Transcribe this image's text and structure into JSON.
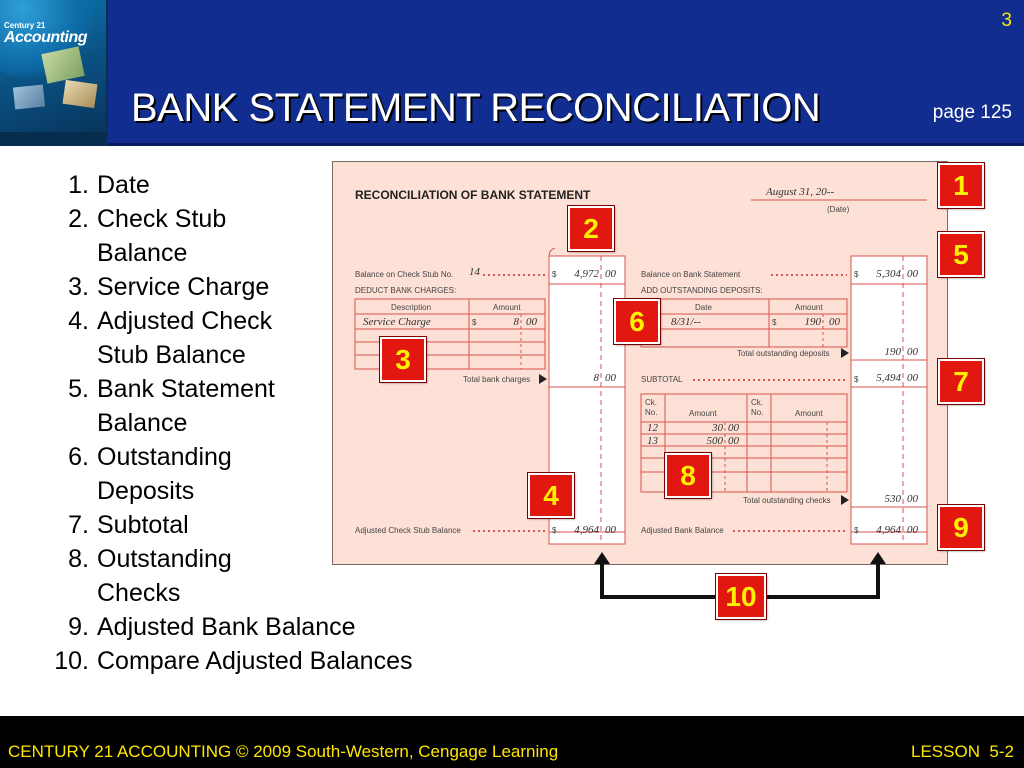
{
  "header": {
    "title": "BANK STATEMENT RECONCILIATION",
    "slide_number": "3",
    "page_ref": "page 125",
    "book_cover": {
      "logo_main": "Accounting",
      "logo_prefix": "Century 21"
    }
  },
  "steps": [
    {
      "num": "1.",
      "text": "Date"
    },
    {
      "num": "2.",
      "text": "Check Stub Balance"
    },
    {
      "num": "3.",
      "text": "Service Charge"
    },
    {
      "num": "4.",
      "text": "Adjusted Check Stub Balance"
    },
    {
      "num": "5.",
      "text": "Bank Statement Balance"
    },
    {
      "num": "6.",
      "text": "Outstanding Deposits"
    },
    {
      "num": "7.",
      "text": "Subtotal"
    },
    {
      "num": "8.",
      "text": "Outstanding Checks"
    },
    {
      "num": "9.",
      "text": "Adjusted Bank Balance"
    },
    {
      "num": "10.",
      "text": "Compare Adjusted Balances"
    }
  ],
  "form": {
    "title": "RECONCILIATION OF BANK STATEMENT",
    "date_value": "August 31, 20--",
    "date_label": "(Date)",
    "left": {
      "check_stub_label": "Balance on Check Stub No.",
      "check_stub_no": "14",
      "check_stub_dollars": "4,972",
      "check_stub_cents": "00",
      "deduct_label": "DEDUCT BANK CHARGES:",
      "col_description": "Description",
      "col_amount": "Amount",
      "charge_desc": "Service Charge",
      "charge_dollars": "8",
      "charge_cents": "00",
      "total_charges_label": "Total bank charges",
      "total_charges_dollars": "8",
      "total_charges_cents": "00",
      "adjusted_label": "Adjusted Check Stub Balance",
      "adjusted_dollars": "4,964",
      "adjusted_cents": "00"
    },
    "right": {
      "bank_balance_label": "Balance on Bank Statement",
      "bank_balance_dollars": "5,304",
      "bank_balance_cents": "00",
      "add_label": "ADD OUTSTANDING DEPOSITS:",
      "col_date": "Date",
      "col_amount": "Amount",
      "deposit_date": "8/31/--",
      "deposit_dollars": "190",
      "deposit_cents": "00",
      "total_deposits_label": "Total outstanding deposits",
      "total_deposits_dollars": "190",
      "total_deposits_cents": "00",
      "subtotal_label": "SUBTOTAL",
      "subtotal_dollars": "5,494",
      "subtotal_cents": "00",
      "col_ck_no": "Ck. No.",
      "col_amount2": "Amount",
      "checks": [
        {
          "no": "12",
          "dollars": "30",
          "cents": "00"
        },
        {
          "no": "13",
          "dollars": "500",
          "cents": "00"
        }
      ],
      "total_checks_label": "Total outstanding checks",
      "total_checks_dollars": "530",
      "total_checks_cents": "00",
      "adjusted_bank_label": "Adjusted Bank Balance",
      "adjusted_bank_dollars": "4,964",
      "adjusted_bank_cents": "00"
    },
    "dollar_sign": "$"
  },
  "callouts": [
    "1",
    "2",
    "3",
    "4",
    "5",
    "6",
    "7",
    "8",
    "9",
    "10"
  ],
  "footer": {
    "left": "CENTURY 21 ACCOUNTING © 2009 South-Western, Cengage Learning",
    "right": "LESSON  5-2"
  },
  "colors": {
    "header_bg": "#102d8f",
    "form_bg": "#fde0d6",
    "form_lines": "#d9534f",
    "badge_bg": "#e2170f",
    "badge_text": "#ffef00",
    "footer_text": "#ffe600"
  }
}
